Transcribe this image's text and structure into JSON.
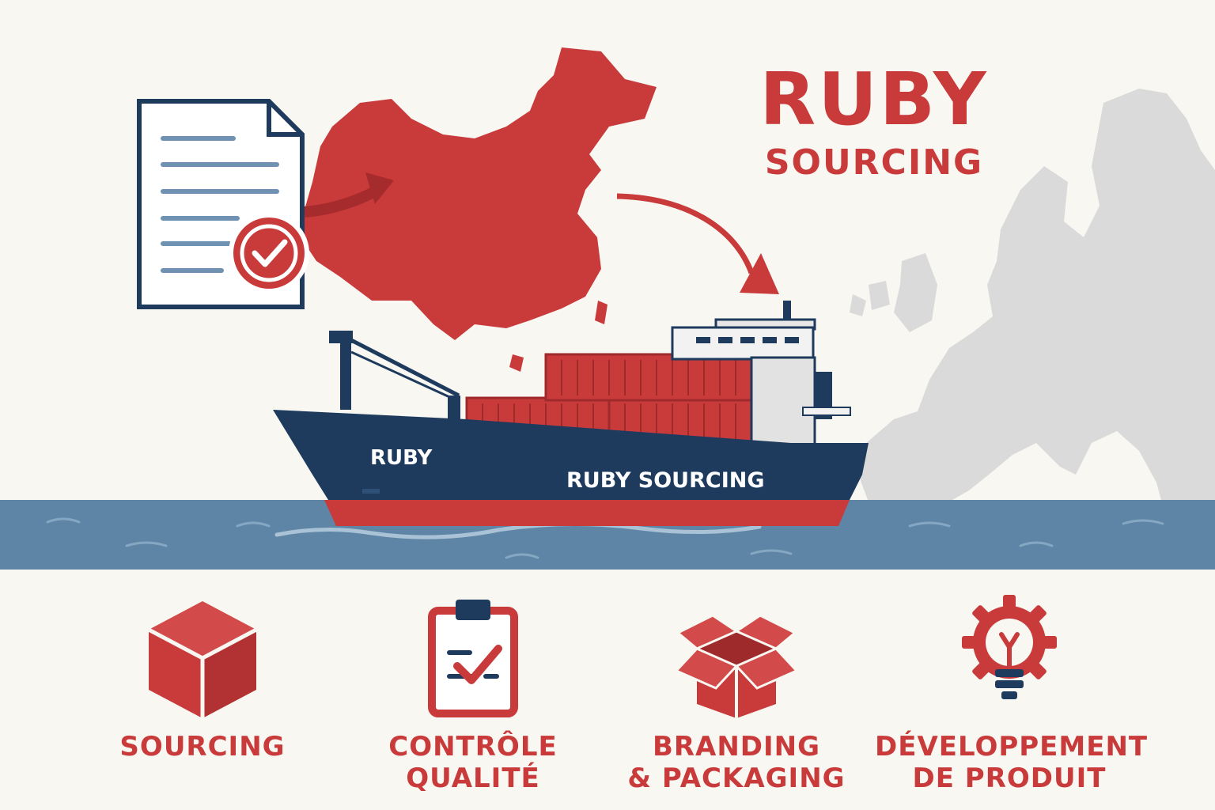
{
  "brand": {
    "title": "RUBY",
    "subtitle": "SOURCING"
  },
  "ship": {
    "bow_label": "RUBY",
    "hull_label": "RUBY SOURCING"
  },
  "services": [
    {
      "label": "SOURCING",
      "icon": "cube-box-icon"
    },
    {
      "label": "CONTRÔLE\nQUALITÉ",
      "icon": "clipboard-check-icon"
    },
    {
      "label": "BRANDING\n& PACKAGING",
      "icon": "open-box-icon"
    },
    {
      "label": "DÉVELOPPEMENT\nDE PRODUIT",
      "icon": "gear-lightbulb-icon"
    }
  ],
  "colors": {
    "red": "#c93a3b",
    "navy": "#1e3b5e",
    "sea": "#5e85a6",
    "grey_map": "#dadada",
    "background": "#f8f7f2"
  }
}
